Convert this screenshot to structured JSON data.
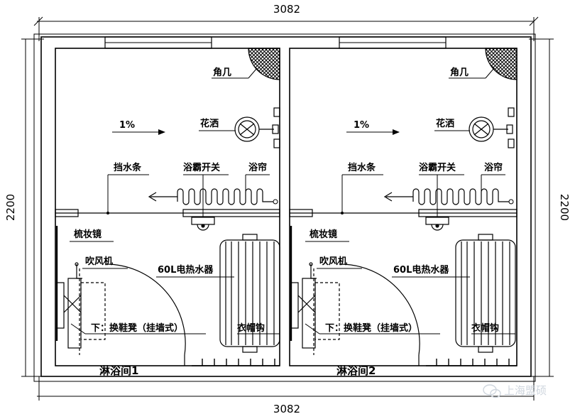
{
  "dimensions": {
    "width_top": "3082",
    "width_bottom": "3082",
    "height_left": "2200",
    "height_right": "2200"
  },
  "rooms": [
    {
      "name": "淋浴间1",
      "labels": {
        "corner_shelf": "角几",
        "shower": "花洒",
        "slope": "1%",
        "water_strip": "挡水条",
        "heater_switch": "浴霸开关",
        "curtain": "浴帘",
        "mirror": "梳妆镜",
        "hairdryer": "吹风机",
        "water_heater": "60L电热水器",
        "shoe_bench": "下：换鞋凳（挂墙式）",
        "coat_hook": "衣帽钩"
      }
    },
    {
      "name": "淋浴间2",
      "labels": {
        "corner_shelf": "角几",
        "shower": "花洒",
        "slope": "1%",
        "water_strip": "挡水条",
        "heater_switch": "浴霸开关",
        "curtain": "浴帘",
        "mirror": "梳妆镜",
        "hairdryer": "吹风机",
        "water_heater": "60L电热水器",
        "shoe_bench": "下：换鞋凳（挂墙式）",
        "coat_hook": "衣帽钩"
      }
    }
  ],
  "watermark": "上海盟硕",
  "colors": {
    "line": "#000000",
    "watermark": "#cfd6de"
  }
}
